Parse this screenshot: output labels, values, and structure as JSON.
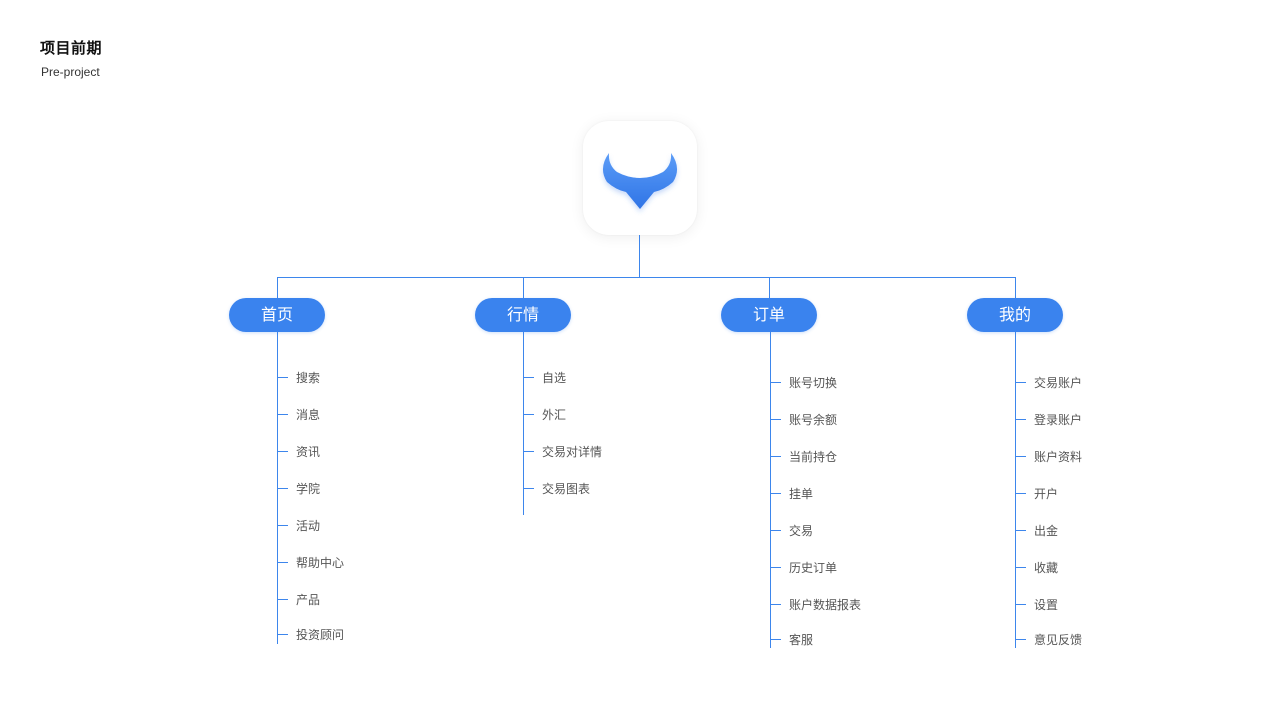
{
  "header": {
    "title": "项目前期",
    "subtitle": "Pre-project"
  },
  "colors": {
    "accent": "#3a83ee",
    "line": "#3d86ec",
    "text": "#555555"
  },
  "app_icon": "bull-horns-logo-icon",
  "categories": [
    {
      "label": "首页",
      "items": [
        "搜索",
        "消息",
        "资讯",
        "学院",
        "活动",
        "帮助中心",
        "产品",
        "投资顾问"
      ]
    },
    {
      "label": "行情",
      "items": [
        "自选",
        "外汇",
        "交易对详情",
        "交易图表"
      ]
    },
    {
      "label": "订单",
      "items": [
        "账号切换",
        "账号余额",
        "当前持仓",
        "挂单",
        "交易",
        "历史订单",
        "账户数据报表",
        "客服"
      ]
    },
    {
      "label": "我的",
      "items": [
        "交易账户",
        "登录账户",
        "账户资料",
        "开户",
        "出金",
        "收藏",
        "设置",
        "意见反馈"
      ]
    }
  ]
}
